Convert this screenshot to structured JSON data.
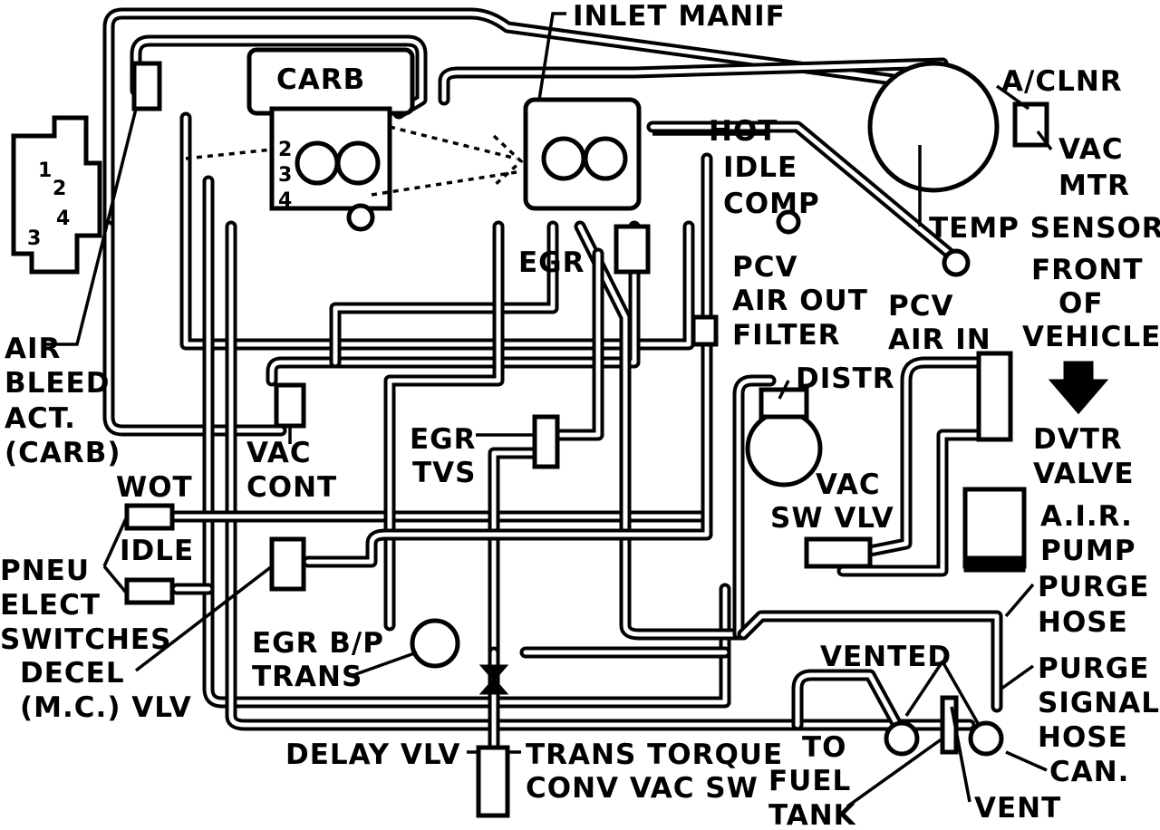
{
  "labels": {
    "inlet_manif": "INLET MANIF",
    "carb": "CARB",
    "a_clnr": "A/CLNR",
    "hot": "HOT",
    "idle": "IDLE",
    "comp": "COMP",
    "vac": "VAC",
    "mtr": "MTR",
    "temp_sensor": "TEMP SENSOR",
    "front": "FRONT",
    "of": "OF",
    "vehicle": "VEHICLE",
    "egr": "EGR",
    "pcv_left": "PCV",
    "air_out": "AIR OUT",
    "filter": "FILTER",
    "pcv_right": "PCV",
    "air_in": "AIR IN",
    "distr": "DISTR",
    "air": "AIR",
    "bleed": "BLEED",
    "act": "ACT.",
    "carb_paren": "(CARB)",
    "vac_cont_1": "VAC",
    "vac_cont_2": "CONT",
    "egr_tvs_1": "EGR",
    "egr_tvs_2": "TVS",
    "dvtr": "DVTR",
    "valve": "VALVE",
    "wot": "WOT",
    "idle_switch": "IDLE",
    "vac_sw_1": "VAC",
    "vac_sw_2": "SW VLV",
    "air_pump_1": "A.I.R.",
    "air_pump_2": "PUMP",
    "pneu": "PNEU",
    "elect": "ELECT",
    "switches": "SWITCHES",
    "purge": "PURGE",
    "hose": "HOSE",
    "decel": "DECEL",
    "mc_vlv": "(M.C.) VLV",
    "egr_bp": "EGR B/P",
    "trans": "TRANS",
    "vented": "VENTED",
    "purge2": "PURGE",
    "signal": "SIGNAL",
    "hose2": "HOSE",
    "can": "CAN.",
    "delay_vlv": "DELAY VLV",
    "trans_torque": "TRANS TORQUE",
    "conv_vac_sw": "CONV VAC SW",
    "to": "TO",
    "fuel": "FUEL",
    "tank": "TANK",
    "vent": "VENT"
  },
  "distributor_numbers": [
    "1",
    "2",
    "3",
    "4"
  ],
  "carb_ports": [
    "2",
    "3",
    "4"
  ]
}
